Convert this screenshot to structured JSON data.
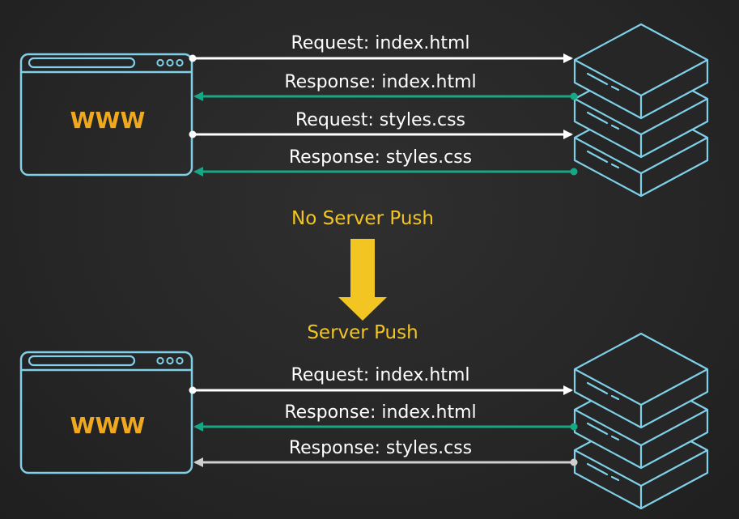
{
  "colors": {
    "outline": "#7fd0e8",
    "request": "#ffffff",
    "response": "#16a884",
    "push": "#cfcfcf",
    "accent": "#f2c523",
    "www": "#f0a81f"
  },
  "top": {
    "browser_label": "WWW",
    "messages": [
      {
        "text": "Request: index.html",
        "kind": "request"
      },
      {
        "text": "Response: index.html",
        "kind": "response"
      },
      {
        "text": "Request: styles.css",
        "kind": "request"
      },
      {
        "text": "Response: styles.css",
        "kind": "response"
      }
    ]
  },
  "transition": {
    "label_before": "No Server Push",
    "label_after": "Server Push",
    "arrow_icon": "down-arrow-icon"
  },
  "bottom": {
    "browser_label": "WWW",
    "messages": [
      {
        "text": "Request: index.html",
        "kind": "request"
      },
      {
        "text": "Response: index.html",
        "kind": "response"
      },
      {
        "text": "Response: styles.css",
        "kind": "push"
      }
    ]
  },
  "icons": {
    "browser": "browser-window-icon",
    "server": "server-stack-icon"
  }
}
